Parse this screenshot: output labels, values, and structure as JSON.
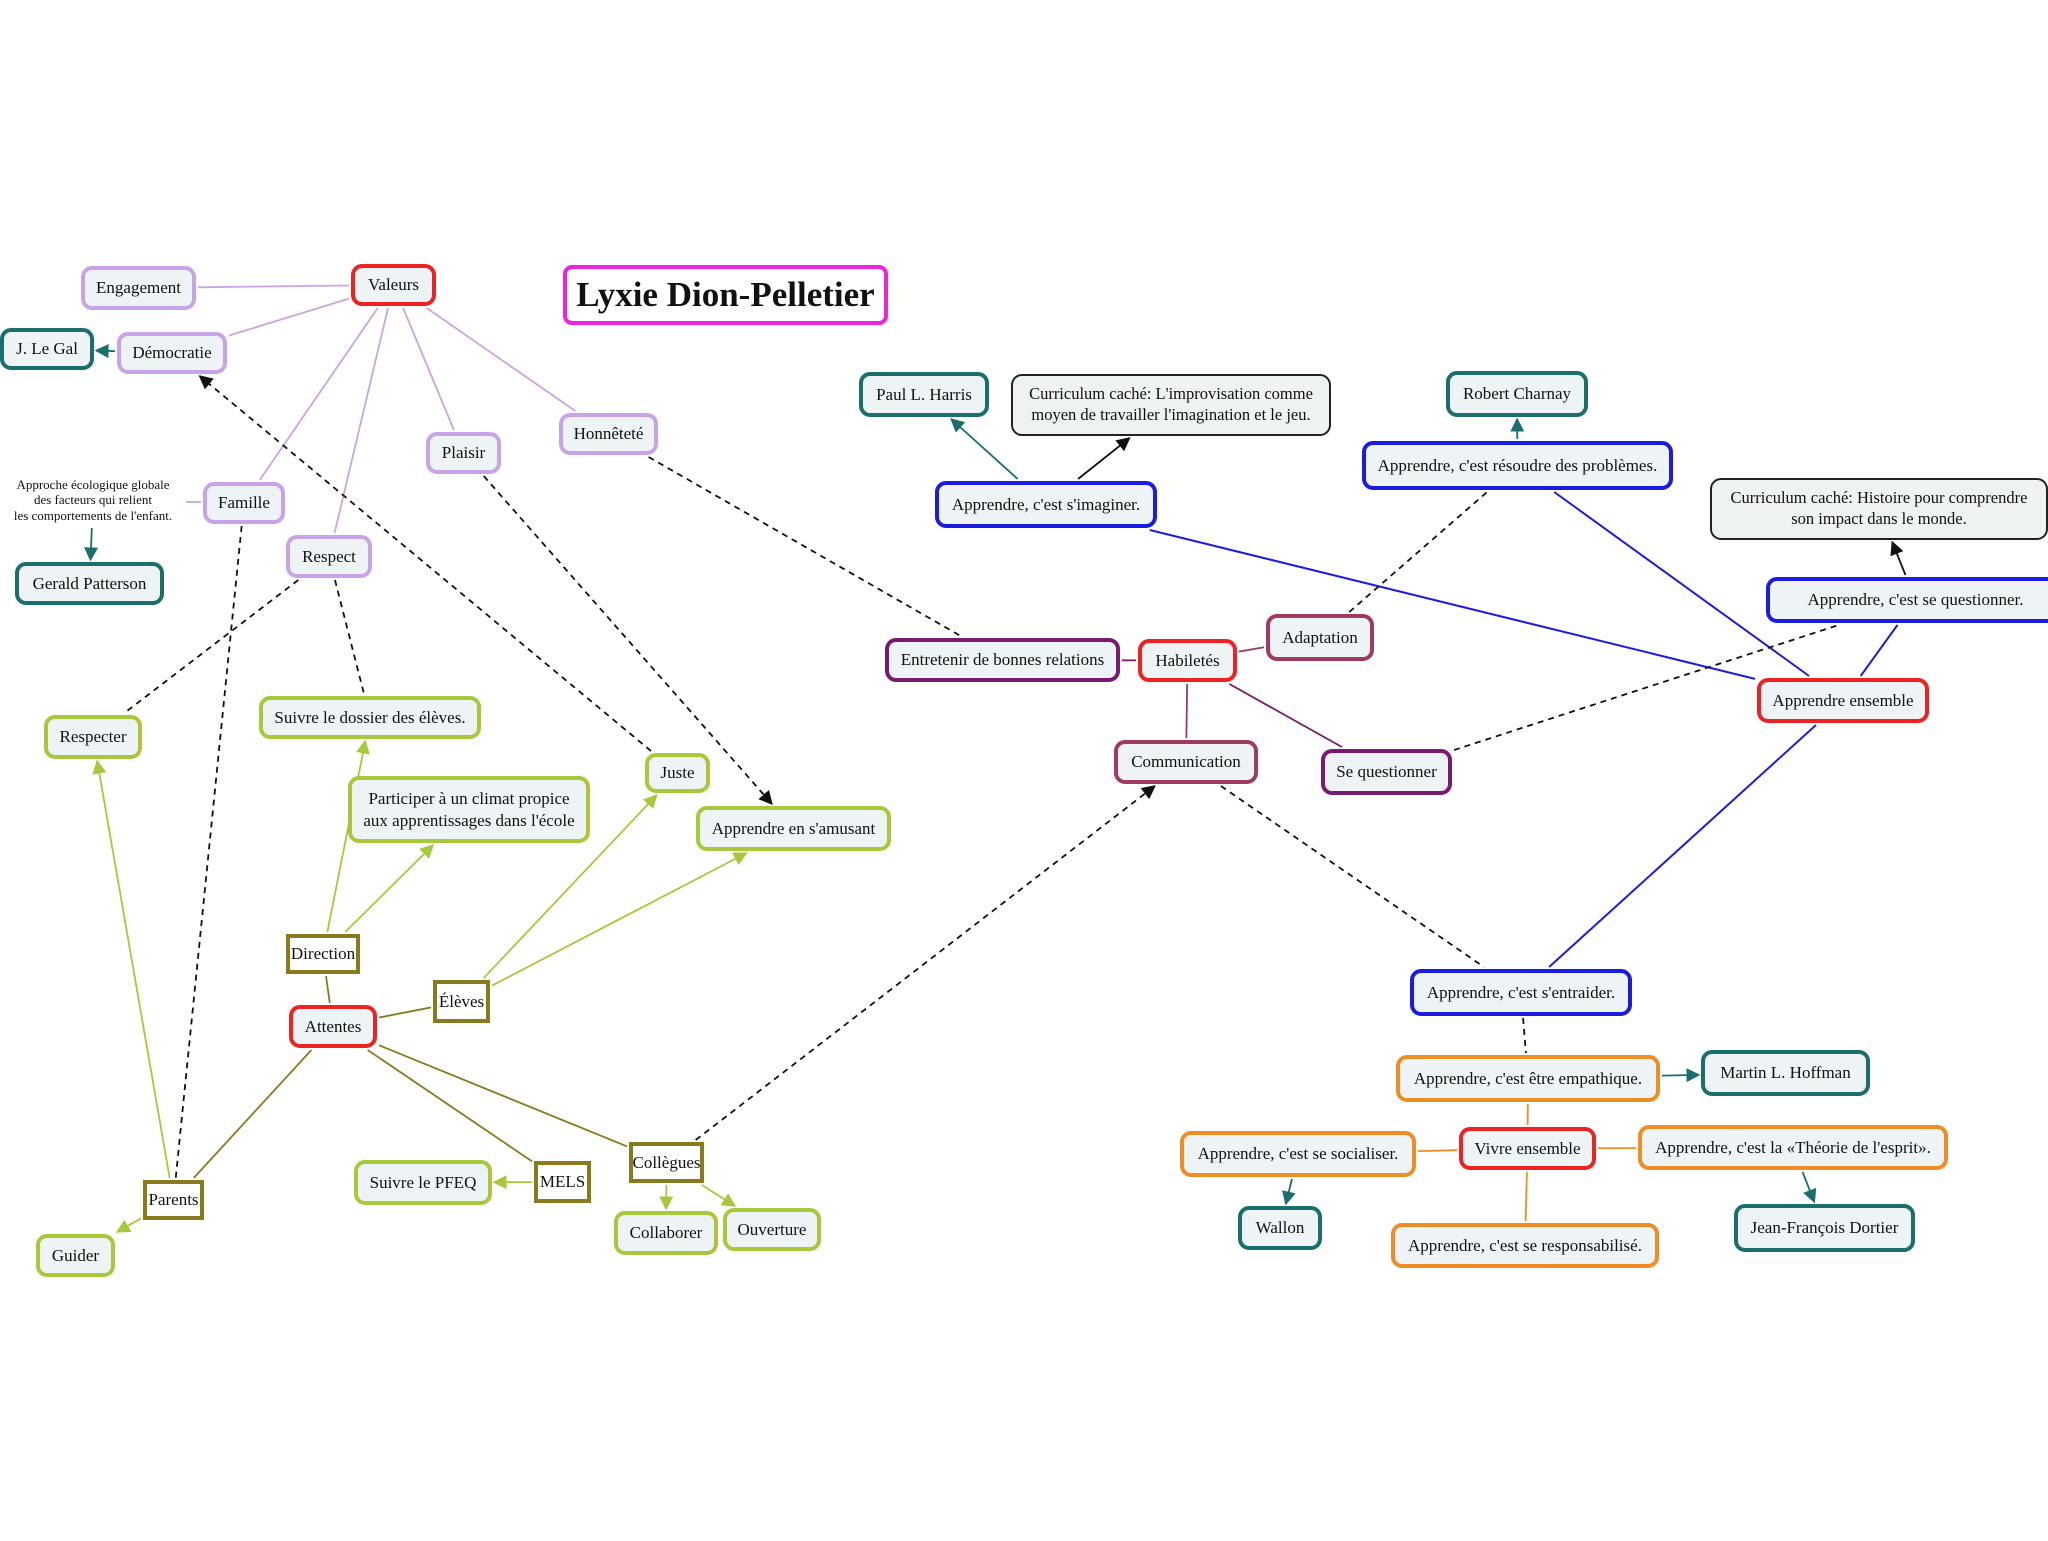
{
  "title": "Lyxie Dion-Pelletier",
  "colors": {
    "red": "#ee2222",
    "lavender": "#c9a3e8",
    "teal": "#1a6e6e",
    "lime": "#a6c83a",
    "olive": "#8a7a1e",
    "blue": "#1c1ce0",
    "maroon": "#a03a62",
    "purple": "#7a1a6e",
    "orange": "#f08c24",
    "magenta": "#ee22e0",
    "note": "#222222"
  },
  "nodes": {
    "valeurs": "Valeurs",
    "engagement": "Engagement",
    "democratie": "Démocratie",
    "jlegal": "J. Le Gal",
    "plaisir": "Plaisir",
    "honnetete": "Honnêteté",
    "famille": "Famille",
    "approche": "Approche écologique globale\ndes facteurs qui relient\nles comportements de l'enfant.",
    "gerald": "Gerald Patterson",
    "respect": "Respect",
    "respecter": "Respecter",
    "suivre_dossier": "Suivre le dossier des élèves.",
    "participer": "Participer à un climat propice\naux apprentissages dans l'école",
    "juste": "Juste",
    "apprendre_amusant": "Apprendre en s'amusant",
    "direction": "Direction",
    "eleves": "Élèves",
    "attentes": "Attentes",
    "parents": "Parents",
    "guider": "Guider",
    "suivre_pfeq": "Suivre le PFEQ",
    "mels": "MELS",
    "collegues": "Collègues",
    "collaborer": "Collaborer",
    "ouverture": "Ouverture",
    "paul": "Paul L. Harris",
    "curric1": "Curriculum caché: L'improvisation comme\nmoyen de travailler l'imagination et le jeu.",
    "robert": "Robert Charnay",
    "resoudre": "Apprendre, c'est résoudre des problèmes.",
    "imaginer": "Apprendre, c'est s'imaginer.",
    "curric2": "Curriculum caché: Histoire pour comprendre\nson impact dans le monde.",
    "questionner": "Apprendre, c'est se questionner.",
    "entretenir": "Entretenir de bonnes relations",
    "habiletes": "Habiletés",
    "adaptation": "Adaptation",
    "communication": "Communication",
    "se_questionner": "Se questionner",
    "ensemble": "Apprendre ensemble",
    "entraider": "Apprendre, c'est s'entraider.",
    "empathique": "Apprendre, c'est être empathique.",
    "hoffman": "Martin L. Hoffman",
    "socialiser": "Apprendre, c'est se socialiser.",
    "vivre": "Vivre ensemble",
    "theorie": "Apprendre, c'est la «Théorie de l'esprit».",
    "wallon": "Wallon",
    "responsabilise": "Apprendre, c'est se responsabilisé.",
    "dortier": "Jean-François Dortier"
  },
  "edges": [
    {
      "from": "valeurs",
      "to": "engagement",
      "color": "lavender"
    },
    {
      "from": "valeurs",
      "to": "democratie",
      "color": "lavender"
    },
    {
      "from": "valeurs",
      "to": "plaisir",
      "color": "lavender"
    },
    {
      "from": "valeurs",
      "to": "honnetete",
      "color": "lavender"
    },
    {
      "from": "valeurs",
      "to": "famille",
      "color": "lavender"
    },
    {
      "from": "valeurs",
      "to": "respect",
      "color": "lavender"
    },
    {
      "from": "democratie",
      "to": "jlegal",
      "color": "teal",
      "arrow": true
    },
    {
      "from": "famille",
      "to": "approche",
      "color": "lavender"
    },
    {
      "from": "approche",
      "to": "gerald",
      "color": "teal",
      "arrow": true
    },
    {
      "from": "respect",
      "to": "respecter",
      "color": "black",
      "dashed": true
    },
    {
      "from": "respect",
      "to": "suivre_dossier",
      "color": "black",
      "dashed": true
    },
    {
      "from": "juste",
      "to": "democratie",
      "color": "black",
      "dashed": true,
      "arrow": true
    },
    {
      "from": "plaisir",
      "to": "apprendre_amusant",
      "color": "black",
      "dashed": true,
      "arrow": true
    },
    {
      "from": "honnetete",
      "to": "entretenir",
      "color": "black",
      "dashed": true
    },
    {
      "from": "famille",
      "to": "parents",
      "color": "black",
      "dashed": true
    },
    {
      "from": "attentes",
      "to": "direction",
      "color": "olive"
    },
    {
      "from": "attentes",
      "to": "eleves",
      "color": "olive"
    },
    {
      "from": "attentes",
      "to": "parents",
      "color": "olive"
    },
    {
      "from": "attentes",
      "to": "mels",
      "color": "olive"
    },
    {
      "from": "attentes",
      "to": "collegues",
      "color": "olive"
    },
    {
      "from": "direction",
      "to": "suivre_dossier",
      "color": "lime",
      "arrow": true
    },
    {
      "from": "direction",
      "to": "participer",
      "color": "lime",
      "arrow": true
    },
    {
      "from": "eleves",
      "to": "juste",
      "color": "lime",
      "arrow": true
    },
    {
      "from": "eleves",
      "to": "apprendre_amusant",
      "color": "lime",
      "arrow": true
    },
    {
      "from": "parents",
      "to": "respecter",
      "color": "lime",
      "arrow": true
    },
    {
      "from": "parents",
      "to": "guider",
      "color": "lime",
      "arrow": true
    },
    {
      "from": "mels",
      "to": "suivre_pfeq",
      "color": "lime",
      "arrow": true
    },
    {
      "from": "collegues",
      "to": "collaborer",
      "color": "lime",
      "arrow": true
    },
    {
      "from": "collegues",
      "to": "ouverture",
      "color": "lime",
      "arrow": true
    },
    {
      "from": "collegues",
      "to": "communication",
      "color": "black",
      "dashed": true,
      "arrow": true
    },
    {
      "from": "imaginer",
      "to": "paul",
      "color": "teal",
      "arrow": true
    },
    {
      "from": "imaginer",
      "to": "curric1",
      "color": "black",
      "arrow": true
    },
    {
      "from": "resoudre",
      "to": "robert",
      "color": "teal",
      "arrow": true
    },
    {
      "from": "questionner",
      "to": "curric2",
      "color": "black",
      "arrow": true
    },
    {
      "from": "ensemble",
      "to": "imaginer",
      "color": "blue"
    },
    {
      "from": "ensemble",
      "to": "resoudre",
      "color": "blue"
    },
    {
      "from": "ensemble",
      "to": "questionner",
      "color": "blue"
    },
    {
      "from": "ensemble",
      "to": "entraider",
      "color": "blue"
    },
    {
      "from": "habiletes",
      "to": "entretenir",
      "color": "purple"
    },
    {
      "from": "habiletes",
      "to": "adaptation",
      "color": "maroon"
    },
    {
      "from": "habiletes",
      "to": "communication",
      "color": "maroon"
    },
    {
      "from": "habiletes",
      "to": "se_questionner",
      "color": "purple"
    },
    {
      "from": "adaptation",
      "to": "resoudre",
      "color": "black",
      "dashed": true
    },
    {
      "from": "se_questionner",
      "to": "questionner",
      "color": "black",
      "dashed": true
    },
    {
      "from": "communication",
      "to": "entraider",
      "color": "black",
      "dashed": true
    },
    {
      "from": "entraider",
      "to": "empathique",
      "color": "black",
      "dashed": true
    },
    {
      "from": "vivre",
      "to": "empathique",
      "color": "orange"
    },
    {
      "from": "vivre",
      "to": "socialiser",
      "color": "orange"
    },
    {
      "from": "vivre",
      "to": "theorie",
      "color": "orange"
    },
    {
      "from": "vivre",
      "to": "responsabilise",
      "color": "orange"
    },
    {
      "from": "empathique",
      "to": "hoffman",
      "color": "teal",
      "arrow": true
    },
    {
      "from": "socialiser",
      "to": "wallon",
      "color": "teal",
      "arrow": true
    },
    {
      "from": "theorie",
      "to": "dortier",
      "color": "teal",
      "arrow": true
    }
  ]
}
